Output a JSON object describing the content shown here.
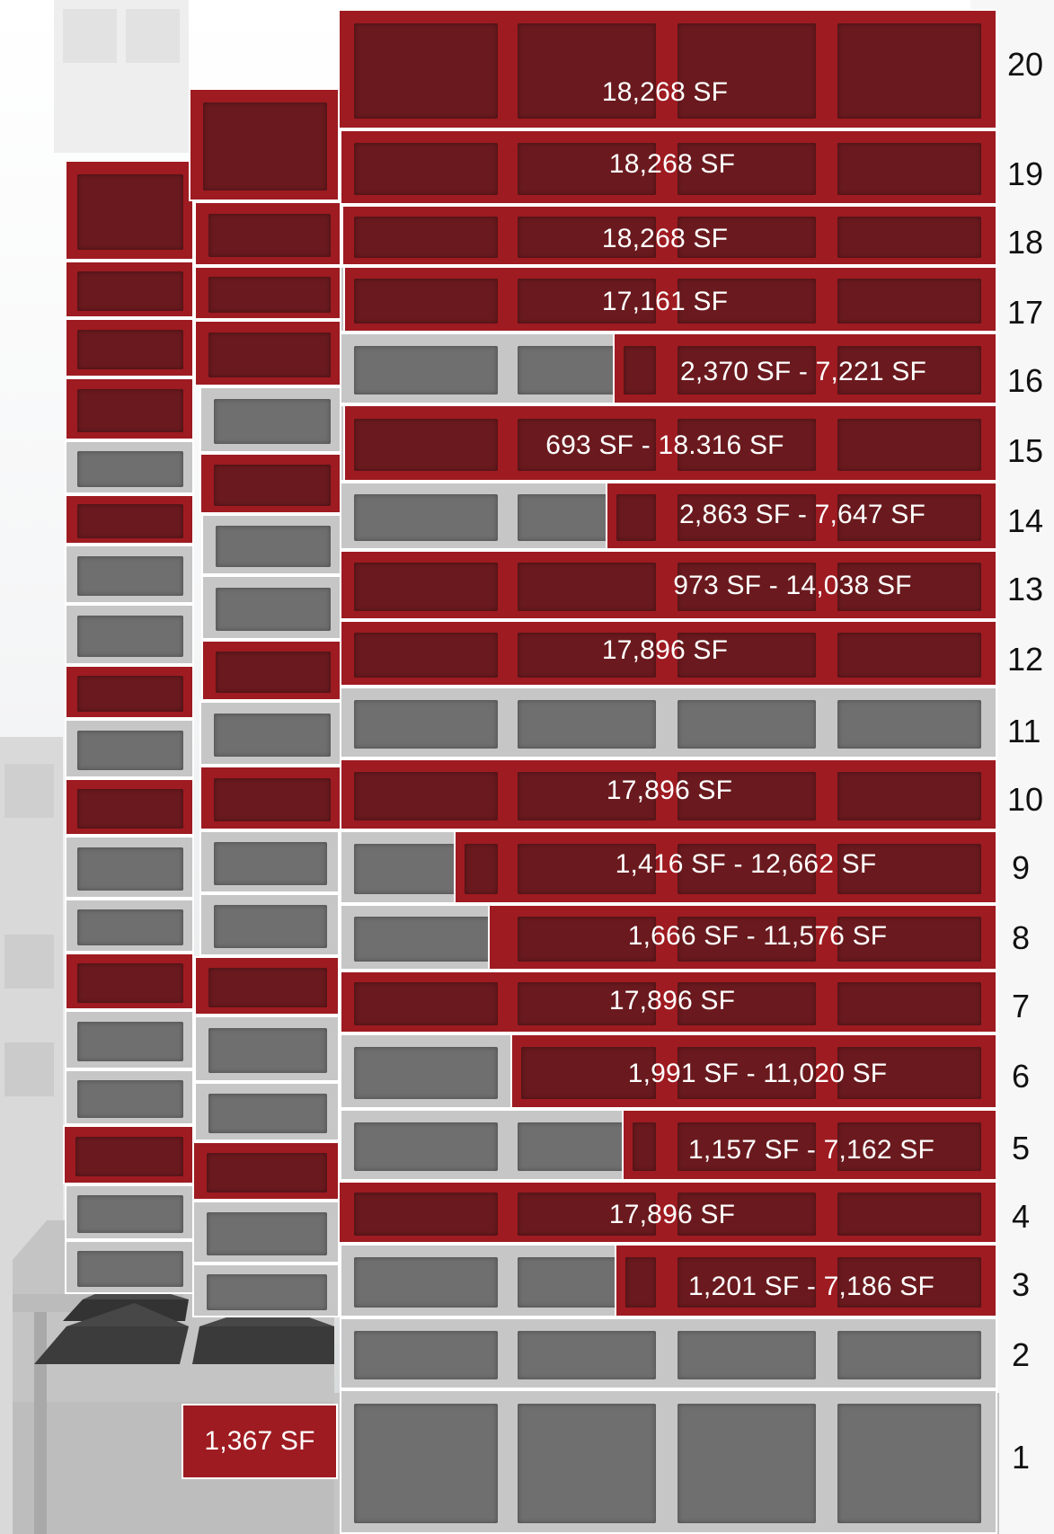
{
  "floors": [
    {
      "number": "20",
      "area": "18,268 SF"
    },
    {
      "number": "19",
      "area": "18,268 SF"
    },
    {
      "number": "18",
      "area": "18,268 SF"
    },
    {
      "number": "17",
      "area": "17,161 SF"
    },
    {
      "number": "16",
      "area": "2,370 SF - 7,221 SF"
    },
    {
      "number": "15",
      "area": "693 SF - 18.316 SF"
    },
    {
      "number": "14",
      "area": "2,863 SF - 7,647 SF"
    },
    {
      "number": "13",
      "area": "973 SF - 14,038 SF"
    },
    {
      "number": "12",
      "area": "17,896 SF"
    },
    {
      "number": "11",
      "area": ""
    },
    {
      "number": "10",
      "area": "17,896 SF"
    },
    {
      "number": "9",
      "area": "1,416 SF - 12,662 SF"
    },
    {
      "number": "8",
      "area": "1,666 SF - 11,576 SF"
    },
    {
      "number": "7",
      "area": "17,896 SF"
    },
    {
      "number": "6",
      "area": "1,991 SF - 11,020 SF"
    },
    {
      "number": "5",
      "area": "1,157 SF - 7,162 SF"
    },
    {
      "number": "4",
      "area": "17,896 SF"
    },
    {
      "number": "3",
      "area": "1,201 SF - 7,186 SF"
    },
    {
      "number": "2",
      "area": ""
    },
    {
      "number": "1",
      "area": "1,367 SF"
    }
  ],
  "colors": {
    "available": "#9e1b21",
    "unavailable": "#c6c6c6",
    "window_available": "#6a1a1e",
    "window_unavailable": "#6f6f6f"
  }
}
